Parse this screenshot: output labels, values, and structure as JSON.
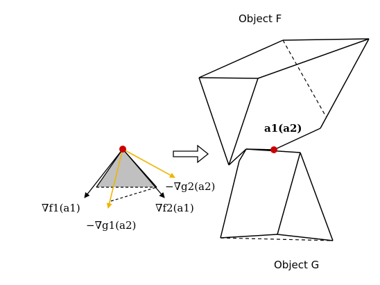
{
  "object_f": {
    "label": "Object F"
  },
  "object_g": {
    "label": "Object G"
  },
  "contact_point": {
    "label": "a1(a2)",
    "color": "#cc0000"
  },
  "gradients": {
    "grad_f1": "∇f1(a1)",
    "grad_f2": "∇f2(a1)",
    "neg_grad_g1": "−∇g1(a2)",
    "neg_grad_g2": "−∇g2(a2)"
  },
  "colors": {
    "arrow_yellow": "#f0b400",
    "shade": "#c0c0c0",
    "stroke": "#000000"
  }
}
